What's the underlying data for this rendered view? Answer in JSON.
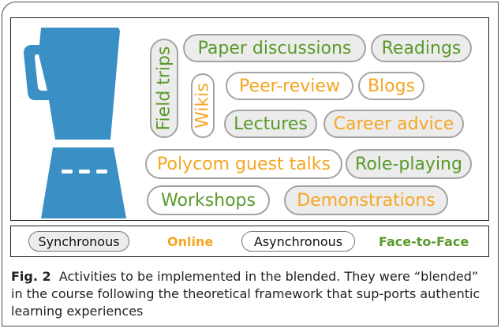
{
  "diagram": {
    "activities": {
      "field_trips": "Field trips",
      "paper_discussions": "Paper discussions",
      "readings": "Readings",
      "wikis": "Wikis",
      "peer_review": "Peer-review",
      "blogs": "Blogs",
      "lectures": "Lectures",
      "career_advice": "Career advice",
      "polycom": "Polycom guest talks",
      "role_playing": "Role-playing",
      "workshops": "Workshops",
      "demonstrations": "Demonstrations"
    },
    "legend": {
      "synchronous": "Synchronous",
      "online": "Online",
      "asynchronous": "Asynchronous",
      "face_to_face": "Face-to-Face"
    },
    "colors": {
      "online": "#f5a623",
      "face_to_face": "#5a9a2a",
      "blender": "#3a8fc4",
      "synchronous_fill": "#ececec",
      "asynchronous_fill": "#ffffff"
    }
  },
  "caption": {
    "label": "Fig. 2",
    "text": "Activities to be implemented in the blended. They were “blended” in the course following the theoretical framework that sup-ports authentic learning experiences"
  }
}
